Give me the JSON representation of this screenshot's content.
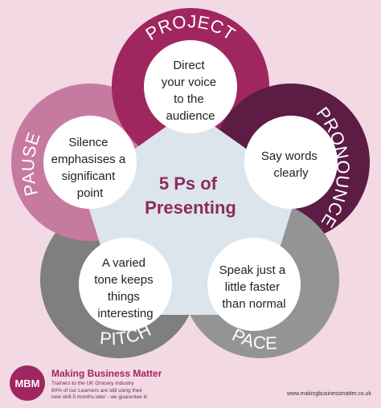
{
  "colors": {
    "background": "#f2d9e4",
    "project": "#a0265f",
    "pronounce": "#5c1c44",
    "pace": "#949494",
    "pitch": "#7f7f7f",
    "pause": "#c77aa0",
    "center_pentagon": "#dde5ec",
    "title": "#8b2a60",
    "logo": "#a0265f"
  },
  "center_title": [
    "5 Ps of",
    "Presenting"
  ],
  "petals": [
    {
      "id": "project",
      "label": "PROJECT",
      "text": [
        "Direct",
        "your voice",
        "to the",
        "audience"
      ]
    },
    {
      "id": "pronounce",
      "label": "PRONOUNCE",
      "text": [
        "Say words",
        "clearly"
      ]
    },
    {
      "id": "pace",
      "label": "PACE",
      "text": [
        "Speak just a",
        "little faster",
        "than normal"
      ]
    },
    {
      "id": "pitch",
      "label": "PITCH",
      "text": [
        "A varied",
        "tone keeps",
        "things",
        "interesting"
      ]
    },
    {
      "id": "pause",
      "label": "PAUSE",
      "text": [
        "Silence",
        "emphasises a",
        "significant",
        "point"
      ]
    }
  ],
  "footer": {
    "logo_text": "MBM",
    "company": "Making Business Matter",
    "tagline": "Trainers to the UK Grocery Industry",
    "claim_line1": "80% of our Learners are still using their",
    "claim_line2": "new skill 5 months later - we guarentee it!",
    "url": "www.makingbusinessmatter.co.uk"
  }
}
